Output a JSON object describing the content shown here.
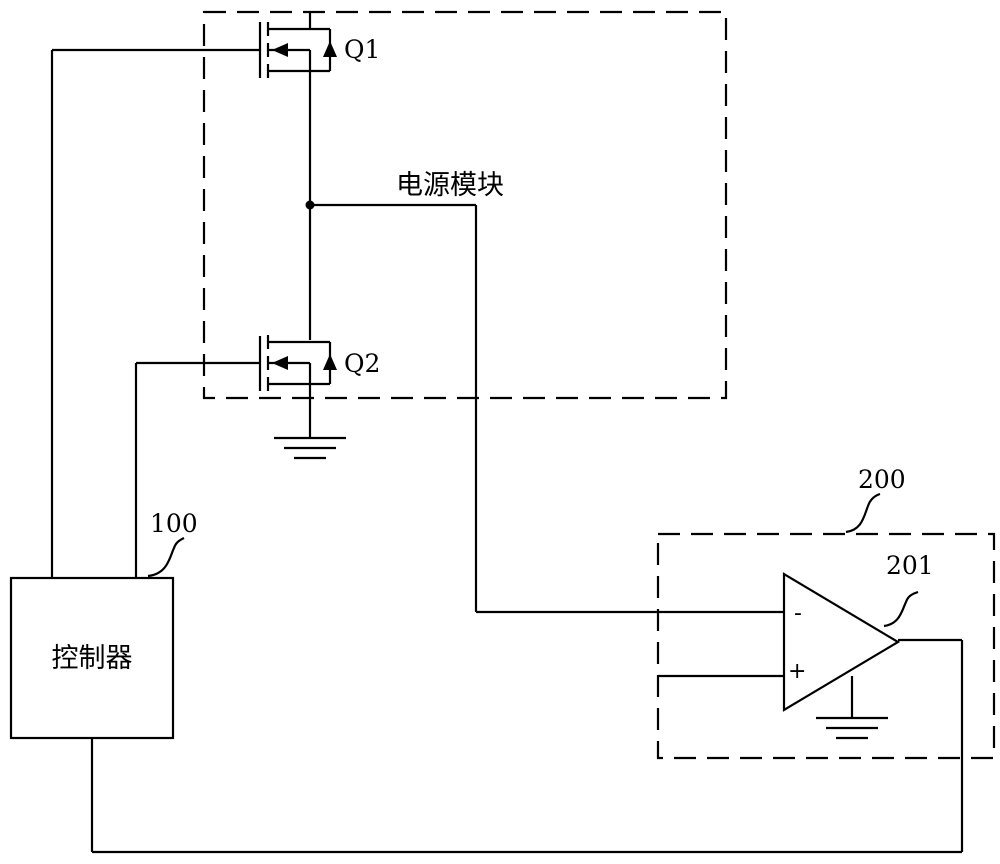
{
  "power_module": {
    "label": "电源模块",
    "transistors": [
      {
        "id": "Q1",
        "label": "Q1"
      },
      {
        "id": "Q2",
        "label": "Q2"
      }
    ]
  },
  "controller": {
    "ref": "100",
    "label": "控制器"
  },
  "detector_module": {
    "ref": "200",
    "op_amp": {
      "ref": "201",
      "inverting_sign": "-",
      "non_inverting_sign": "+"
    }
  }
}
